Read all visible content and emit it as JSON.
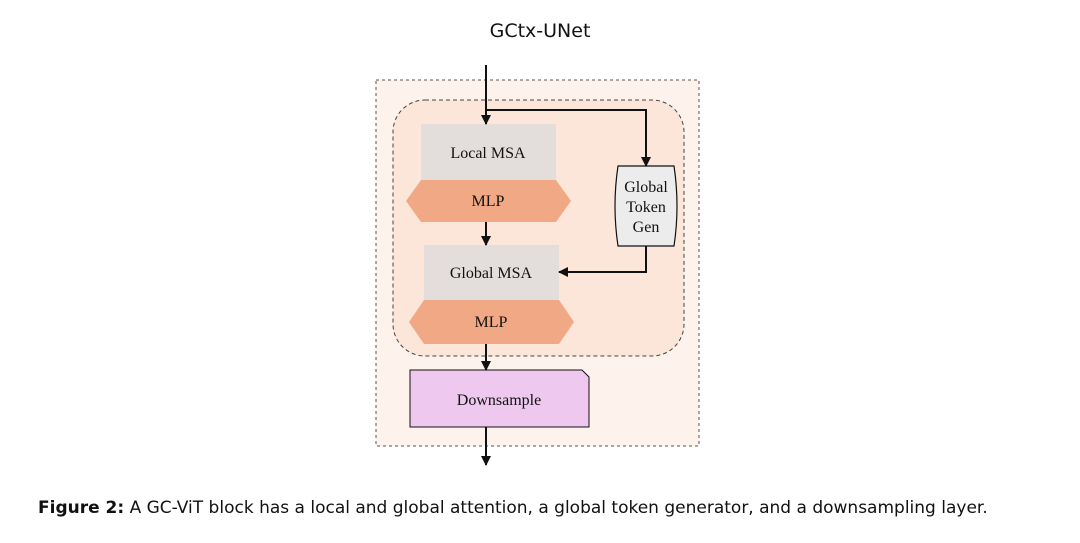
{
  "title": "GCtx-UNet",
  "nodes": {
    "local_msa": "Local MSA",
    "mlp_1": "MLP",
    "global_msa": "Global MSA",
    "mlp_2": "MLP",
    "global_token_gen": [
      "Global",
      "Token",
      "Gen"
    ],
    "downsample": "Downsample"
  },
  "caption": {
    "label": "Figure 2:",
    "text": "A GC-ViT block has a local and global attention, a global token generator, and a downsampling layer."
  },
  "colors": {
    "outer_fill": "#fdf3ec",
    "inner_fill": "#fbe6d9",
    "msa_fill": "#e3dedb",
    "mlp_fill": "#f1a985",
    "gen_fill": "#ececec",
    "downsample_fill": "#efc8ef"
  }
}
